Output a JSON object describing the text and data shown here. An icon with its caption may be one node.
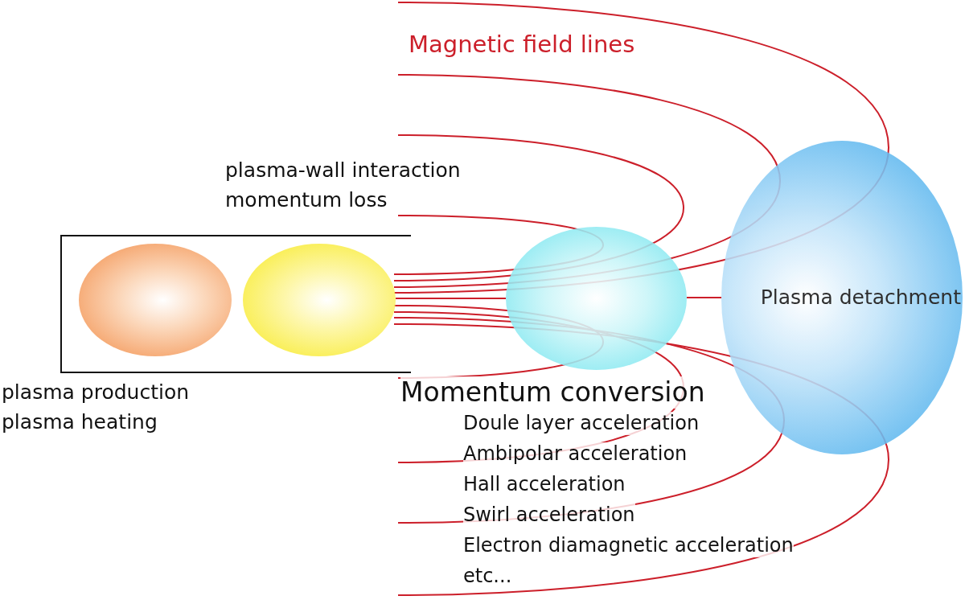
{
  "diagram": {
    "nodes": [
      {
        "text": [],
        "shape": "box",
        "beside": [
          "plasma-wall interaction",
          "momentum loss",
          "plasma production",
          "plasma heating"
        ]
      },
      {
        "text": [],
        "shape": "ellipse",
        "in": 0
      },
      {
        "text": [],
        "shape": "ellipse",
        "in": 0
      },
      {
        "text": [],
        "shape": "ellipse",
        "beside": [
          "Momentum conversion"
        ]
      },
      {
        "text": [
          "Plasma detachment"
        ]
      }
    ],
    "edges": [
      {
        "from": 2,
        "to": 3,
        "arrow": "none"
      },
      {
        "from": 3,
        "to": 4,
        "arrow": "none"
      }
    ],
    "labels": [
      "Magnetic field lines",
      "Doule layer acceleration",
      "Ambipolar acceleration",
      "Hall acceleration",
      "Swirl acceleration",
      "Electron diamagnetic acceleration",
      "etc..."
    ]
  }
}
